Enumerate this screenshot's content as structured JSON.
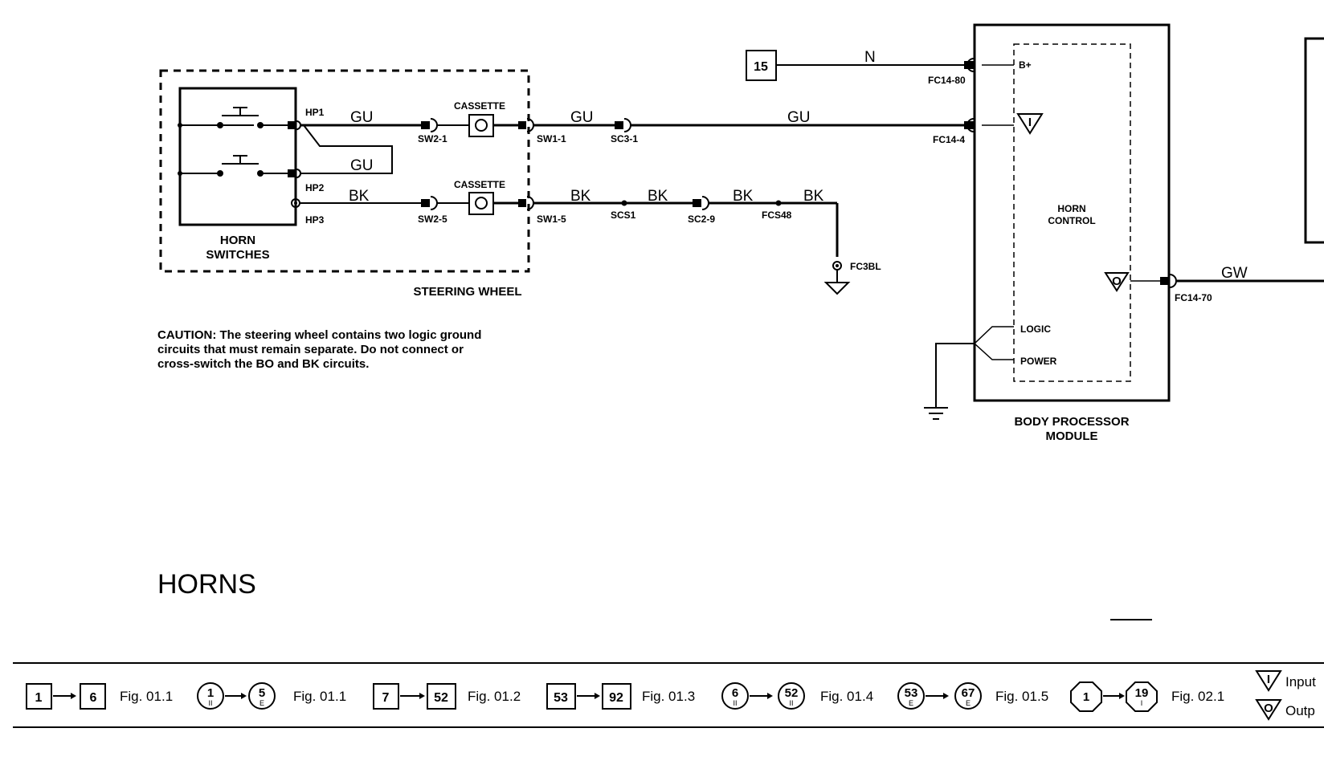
{
  "title": "HORNS",
  "refs": {
    "fuse_ref": "15"
  },
  "steering_wheel": {
    "label": "STEERING WHEEL",
    "switches_label_1": "HORN",
    "switches_label_2": "SWITCHES",
    "pins": [
      "HP1",
      "HP2",
      "HP3"
    ],
    "cassette_label": "CASSETTE"
  },
  "wires": {
    "gu": "GU",
    "bk": "BK",
    "n": "N",
    "gw": "GW"
  },
  "connectors": {
    "sw2_1": "SW2-1",
    "sw2_5": "SW2-5",
    "sw1_1": "SW1-1",
    "sw1_5": "SW1-5",
    "sc3_1": "SC3-1",
    "scs1": "SCS1",
    "sc2_9": "SC2-9",
    "fcs48": "FCS48",
    "fc3bl": "FC3BL",
    "fc14_80": "FC14-80",
    "fc14_4": "FC14-4",
    "fc14_70": "FC14-70"
  },
  "caution": {
    "line1": "CAUTION:  The steering wheel contains two logic ground",
    "line2": "circuits that must remain separate.  Do not connect or",
    "line3": "cross-switch the BO and BK circuits."
  },
  "bpm": {
    "label_1": "BODY PROCESSOR",
    "label_2": "MODULE",
    "horn_control_1": "HORN",
    "horn_control_2": "CONTROL",
    "b_plus": "B+",
    "logic": "LOGIC",
    "power": "POWER",
    "input_symbol": "I",
    "output_symbol": "O"
  },
  "legend": {
    "items": [
      {
        "from": "1",
        "to": "6",
        "fig": "Fig. 01.1"
      },
      {
        "from": "1",
        "from_sub": "II",
        "to": "5",
        "to_sub": "E",
        "fig": "Fig. 01.1"
      },
      {
        "from": "7",
        "to": "52",
        "fig": "Fig. 01.2"
      },
      {
        "from": "53",
        "to": "92",
        "fig": "Fig. 01.3"
      },
      {
        "from": "6",
        "from_sub": "II",
        "to": "52",
        "to_sub": "II",
        "fig": "Fig. 01.4"
      },
      {
        "from": "53",
        "from_sub": "E",
        "to": "67",
        "to_sub": "E",
        "fig": "Fig. 01.5"
      },
      {
        "from": "1",
        "to": "19",
        "to_sub": "I",
        "fig": "Fig. 02.1"
      }
    ],
    "input_label": "Input",
    "output_label": "Outp"
  }
}
